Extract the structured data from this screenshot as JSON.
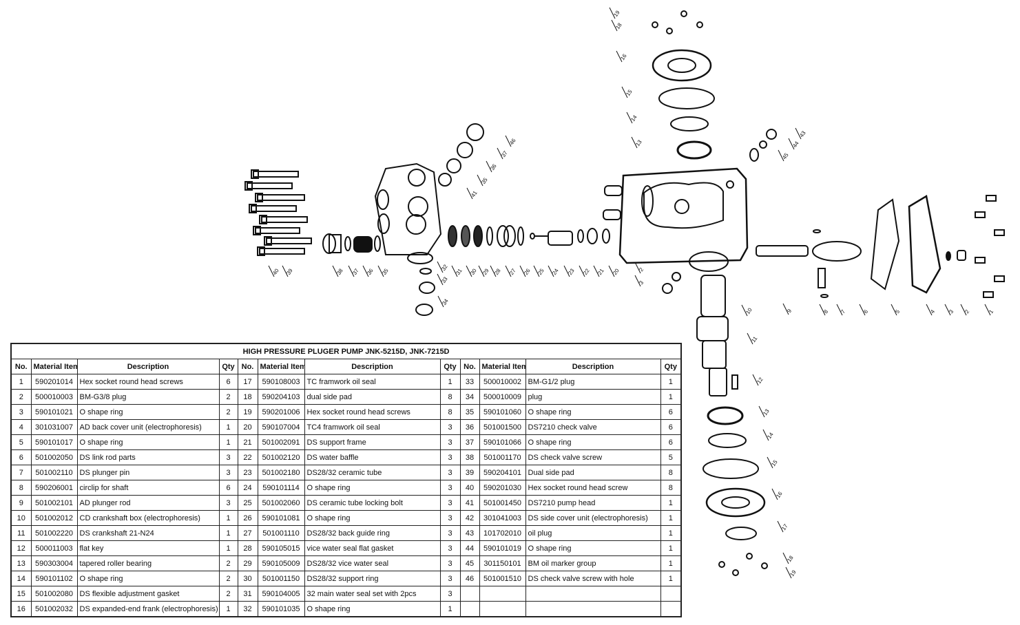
{
  "title": "HIGH PRESSURE PLUGER PUMP JNK-5215D, JNK-7215D",
  "headers": {
    "no": "No.",
    "material": "Material Item",
    "description": "Description",
    "qty": "Qty"
  },
  "parts": [
    {
      "no": "1",
      "material": "590201014",
      "description": "Hex socket round head screws",
      "qty": "6"
    },
    {
      "no": "2",
      "material": "500010003",
      "description": "BM-G3/8 plug",
      "qty": "2"
    },
    {
      "no": "3",
      "material": "590101021",
      "description": "O shape ring",
      "qty": "2"
    },
    {
      "no": "4",
      "material": "301031007",
      "description": "AD back cover unit (electrophoresis)",
      "qty": "1"
    },
    {
      "no": "5",
      "material": "590101017",
      "description": "O shape ring",
      "qty": "1"
    },
    {
      "no": "6",
      "material": "501002050",
      "description": "DS link rod parts",
      "qty": "3"
    },
    {
      "no": "7",
      "material": "501002110",
      "description": "DS plunger pin",
      "qty": "3"
    },
    {
      "no": "8",
      "material": "590206001",
      "description": "circlip for shaft",
      "qty": "6"
    },
    {
      "no": "9",
      "material": "501002101",
      "description": "AD plunger rod",
      "qty": "3"
    },
    {
      "no": "10",
      "material": "501002012",
      "description": "CD crankshaft box (electrophoresis)",
      "qty": "1"
    },
    {
      "no": "11",
      "material": "501002220",
      "description": "DS crankshaft 21-N24",
      "qty": "1"
    },
    {
      "no": "12",
      "material": "500011003",
      "description": "flat key",
      "qty": "1"
    },
    {
      "no": "13",
      "material": "590303004",
      "description": "tapered roller bearing",
      "qty": "2"
    },
    {
      "no": "14",
      "material": "590101102",
      "description": "O shape ring",
      "qty": "2"
    },
    {
      "no": "15",
      "material": "501002080",
      "description": "DS flexible adjustment gasket",
      "qty": "2"
    },
    {
      "no": "16",
      "material": "501002032",
      "description": "DS expanded-end frank (electrophoresis)",
      "qty": "1"
    },
    {
      "no": "17",
      "material": "590108003",
      "description": "TC framwork oil seal",
      "qty": "1"
    },
    {
      "no": "18",
      "material": "590204103",
      "description": "dual side pad",
      "qty": "8"
    },
    {
      "no": "19",
      "material": "590201006",
      "description": "Hex socket round head screws",
      "qty": "8"
    },
    {
      "no": "20",
      "material": "590107004",
      "description": "TC4 framwork oil seal",
      "qty": "3"
    },
    {
      "no": "21",
      "material": "501002091",
      "description": "DS support frame",
      "qty": "3"
    },
    {
      "no": "22",
      "material": "501002120",
      "description": "DS water baffle",
      "qty": "3"
    },
    {
      "no": "23",
      "material": "501002180",
      "description": "DS28/32 ceramic tube",
      "qty": "3"
    },
    {
      "no": "24",
      "material": "590101114",
      "description": "O shape ring",
      "qty": "3"
    },
    {
      "no": "25",
      "material": "501002060",
      "description": "DS ceramic tube locking bolt",
      "qty": "3"
    },
    {
      "no": "26",
      "material": "590101081",
      "description": "O shape ring",
      "qty": "3"
    },
    {
      "no": "27",
      "material": "501001110",
      "description": "DS28/32 back guide ring",
      "qty": "3"
    },
    {
      "no": "28",
      "material": "590105015",
      "description": "vice water seal flat gasket",
      "qty": "3"
    },
    {
      "no": "29",
      "material": "590105009",
      "description": "DS28/32 vice water seal",
      "qty": "3"
    },
    {
      "no": "30",
      "material": "501001150",
      "description": "DS28/32 support ring",
      "qty": "3"
    },
    {
      "no": "31",
      "material": "590104005",
      "description": "32 main water seal set with 2pcs",
      "qty": "3"
    },
    {
      "no": "32",
      "material": "590101035",
      "description": "O shape ring",
      "qty": "1"
    },
    {
      "no": "33",
      "material": "500010002",
      "description": "BM-G1/2 plug",
      "qty": "1"
    },
    {
      "no": "34",
      "material": "500010009",
      "description": "plug",
      "qty": "1"
    },
    {
      "no": "35",
      "material": "590101060",
      "description": "O shape ring",
      "qty": "6"
    },
    {
      "no": "36",
      "material": "501001500",
      "description": "DS7210 check valve",
      "qty": "6"
    },
    {
      "no": "37",
      "material": "590101066",
      "description": "O shape ring",
      "qty": "6"
    },
    {
      "no": "38",
      "material": "501001170",
      "description": "DS check valve screw",
      "qty": "5"
    },
    {
      "no": "39",
      "material": "590204101",
      "description": "Dual side pad",
      "qty": "8"
    },
    {
      "no": "40",
      "material": "590201030",
      "description": "Hex socket round head screw",
      "qty": "8"
    },
    {
      "no": "41",
      "material": "501001450",
      "description": "DS7210 pump head",
      "qty": "1"
    },
    {
      "no": "42",
      "material": "301041003",
      "description": "DS side cover unit (electrophoresis)",
      "qty": "1"
    },
    {
      "no": "43",
      "material": "101702010",
      "description": "oil plug",
      "qty": "1"
    },
    {
      "no": "44",
      "material": "590101019",
      "description": "O shape ring",
      "qty": "1"
    },
    {
      "no": "45",
      "material": "301150101",
      "description": "BM oil marker group",
      "qty": "1"
    },
    {
      "no": "46",
      "material": "501001510",
      "description": "DS check valve screw with hole",
      "qty": "1"
    }
  ],
  "callouts": [
    "40",
    "39",
    "38",
    "37",
    "36",
    "35",
    "31",
    "30",
    "29",
    "28",
    "27",
    "26",
    "25",
    "24",
    "23",
    "22",
    "21",
    "20",
    "32",
    "33",
    "34",
    "41",
    "46",
    "37",
    "36",
    "35",
    "19",
    "18",
    "16",
    "15",
    "14",
    "13",
    "43",
    "44",
    "45",
    "2",
    "3",
    "10",
    "9",
    "8",
    "7",
    "6",
    "5",
    "4",
    "3",
    "2",
    "1",
    "11",
    "12",
    "13",
    "14",
    "15",
    "16",
    "17",
    "18",
    "19"
  ]
}
